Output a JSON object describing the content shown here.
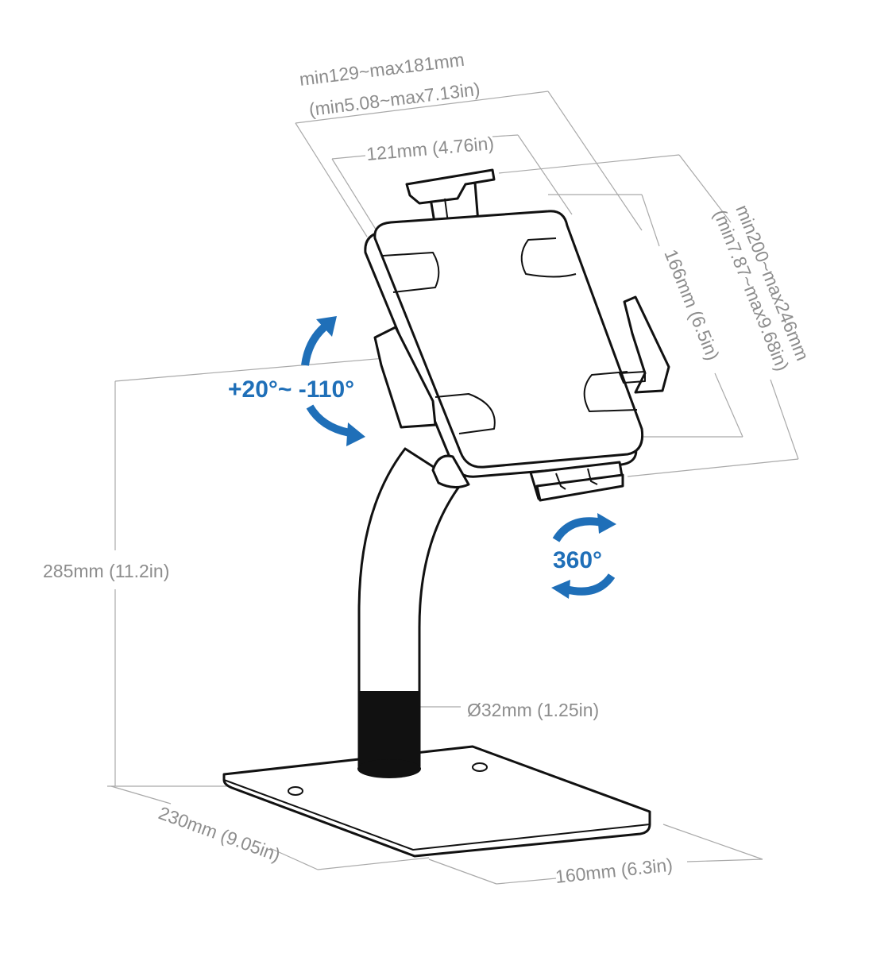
{
  "dimensions": {
    "clamp_width_mm": "min129~max181mm",
    "clamp_width_in": "(min5.08~max7.13in)",
    "tablet_width": "121mm (4.76in)",
    "tablet_height": "166mm (6.5in)",
    "clamp_height_mm": "min200~max246mm",
    "clamp_height_in": "(min7.87~max9.68in)",
    "total_height": "285mm (11.2in)",
    "pole_diameter": "Ø32mm (1.25in)",
    "base_depth": "230mm (9.05in)",
    "base_width": "160mm (6.3in)"
  },
  "adjustments": {
    "tilt_range": "+20°~ -110°",
    "rotation": "360°"
  },
  "colors": {
    "accent": "#1f6fb8",
    "dimension": "#8d8d8d",
    "outline": "#111111"
  }
}
